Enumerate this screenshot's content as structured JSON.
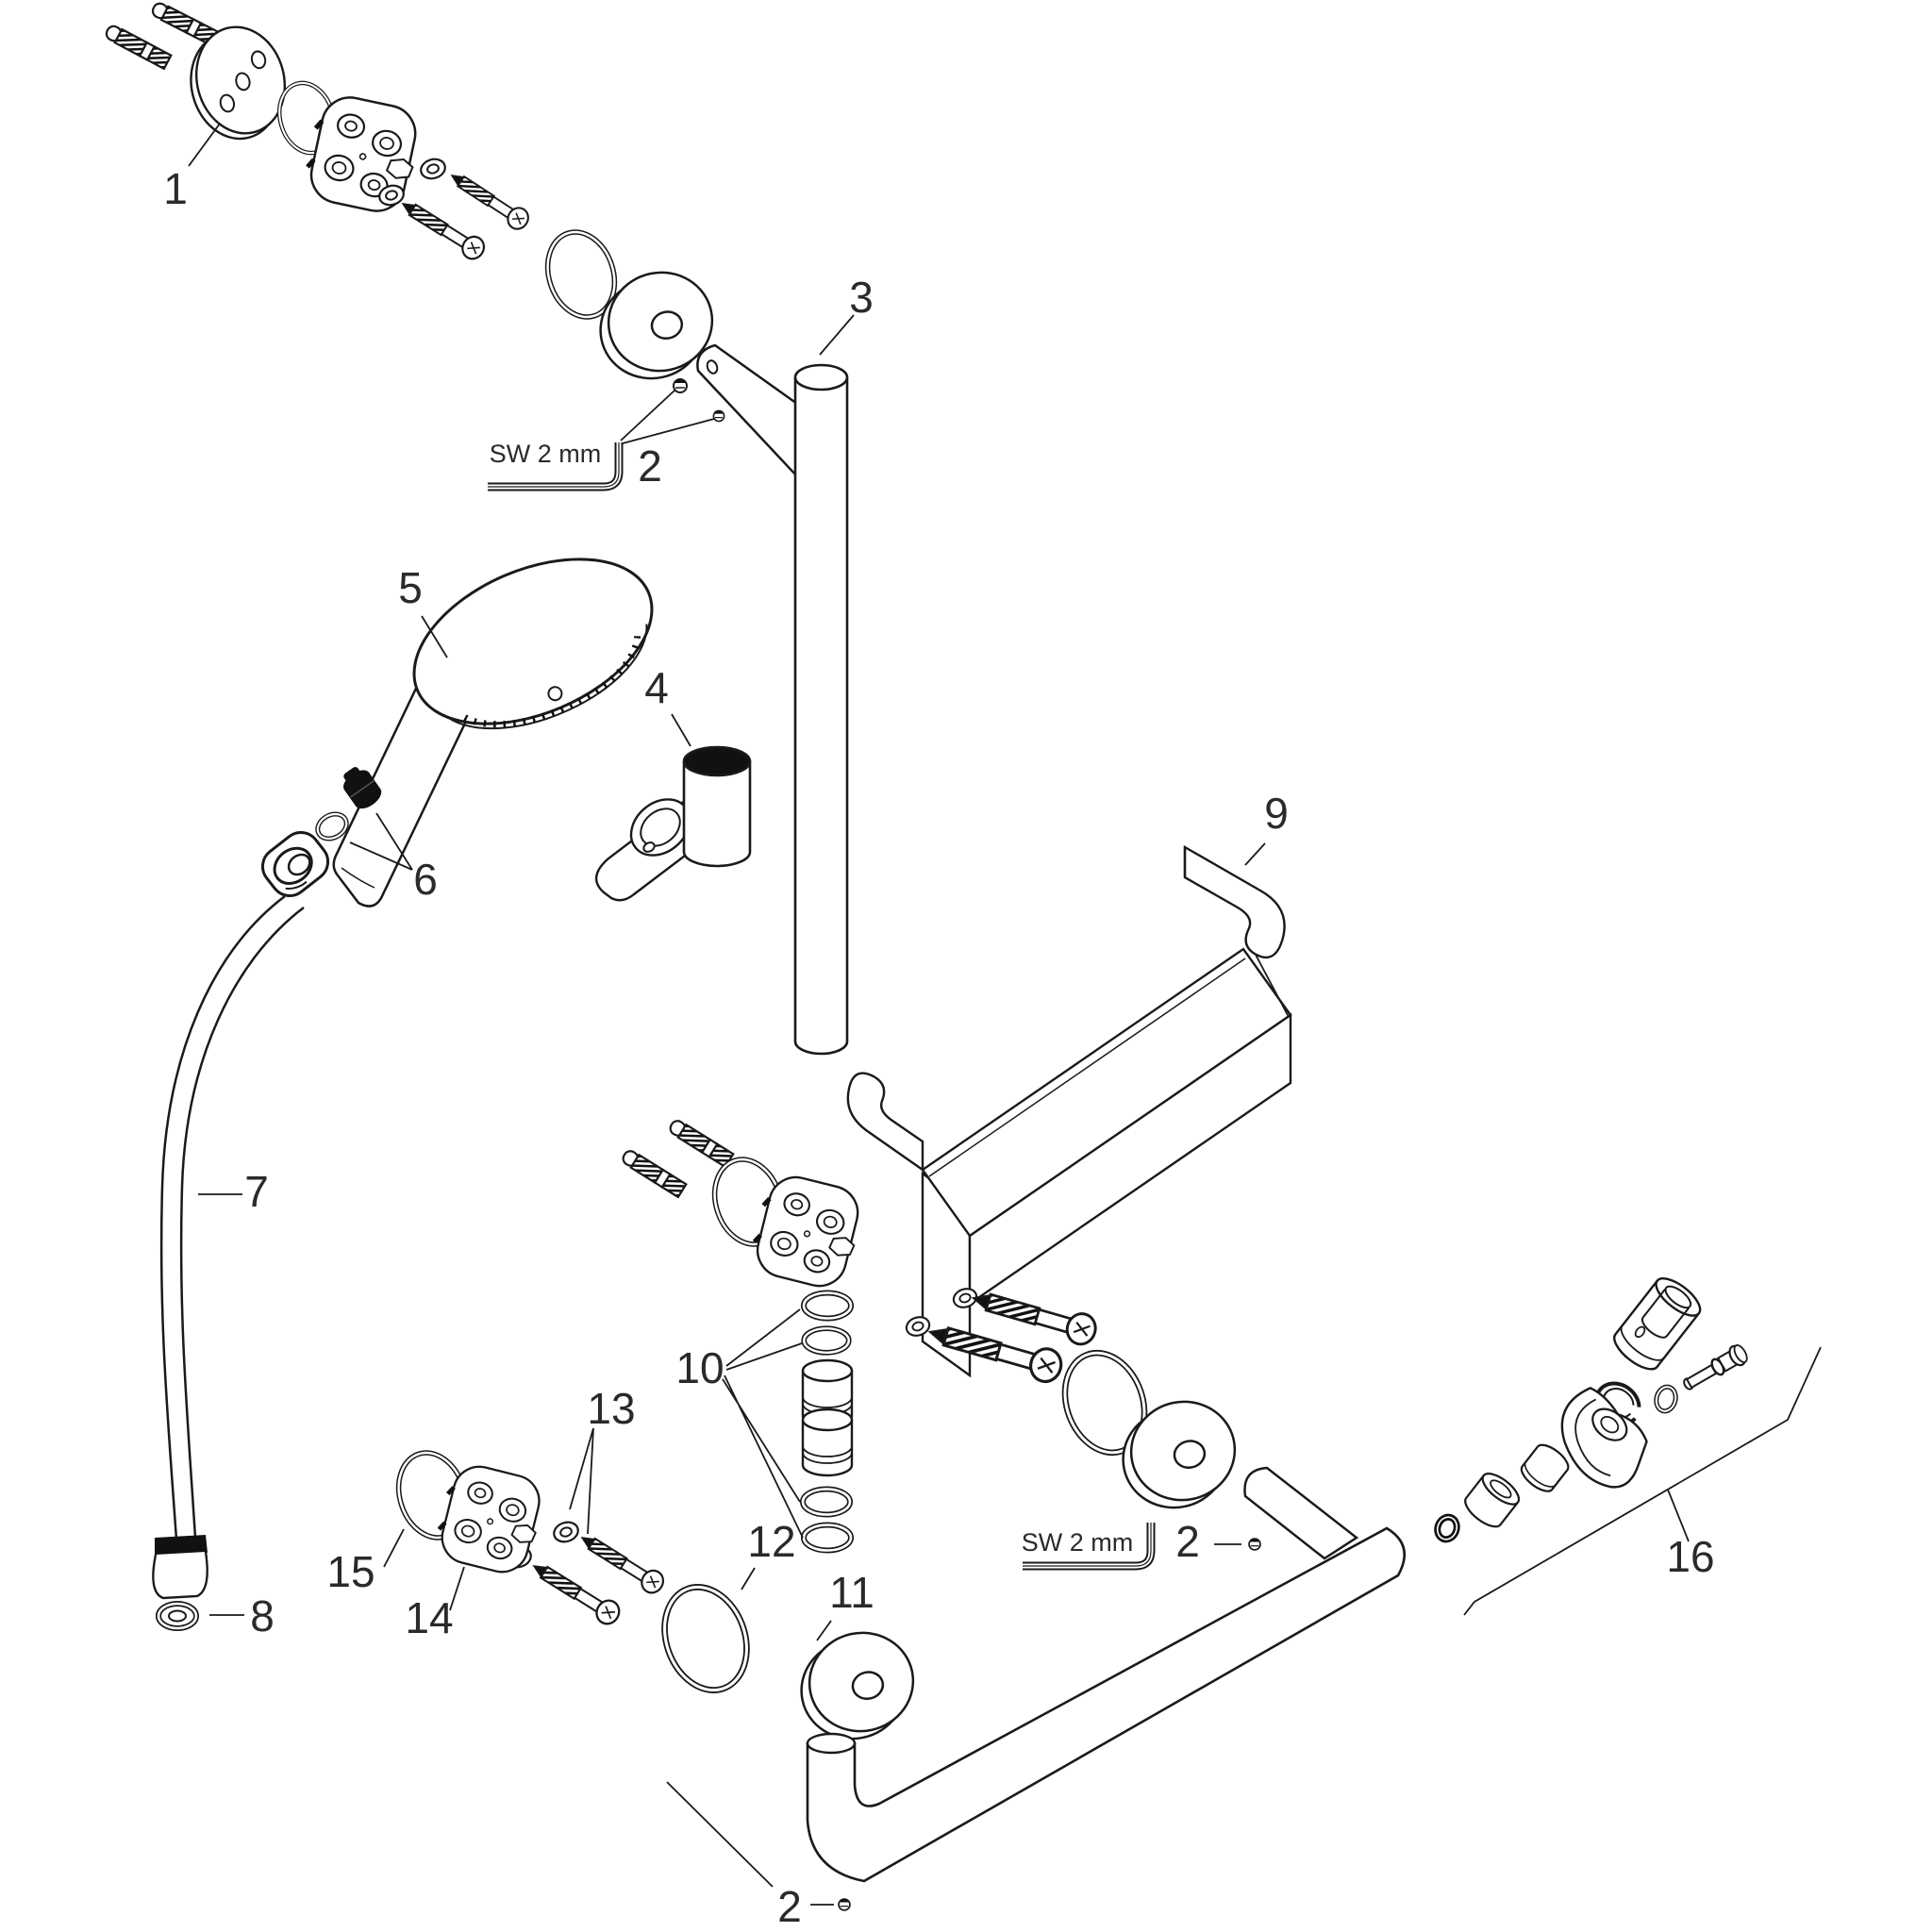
{
  "diagram_type": "exploded-parts-diagram",
  "colors": {
    "line": "#1a1a1a",
    "background": "#ffffff",
    "dark_part": "#111111"
  },
  "callouts": [
    {
      "id": "part-1",
      "label": "1"
    },
    {
      "id": "part-2-top",
      "label": "2"
    },
    {
      "id": "part-3",
      "label": "3"
    },
    {
      "id": "part-4",
      "label": "4"
    },
    {
      "id": "part-5",
      "label": "5"
    },
    {
      "id": "part-6",
      "label": "6"
    },
    {
      "id": "part-7",
      "label": "7"
    },
    {
      "id": "part-8",
      "label": "8"
    },
    {
      "id": "part-9",
      "label": "9"
    },
    {
      "id": "part-10",
      "label": "10"
    },
    {
      "id": "part-11",
      "label": "11"
    },
    {
      "id": "part-12",
      "label": "12"
    },
    {
      "id": "part-13",
      "label": "13"
    },
    {
      "id": "part-14",
      "label": "14"
    },
    {
      "id": "part-15",
      "label": "15"
    },
    {
      "id": "part-16",
      "label": "16"
    },
    {
      "id": "part-2-bottom",
      "label": "2"
    },
    {
      "id": "part-2-right",
      "label": "2"
    }
  ],
  "tool_notes": [
    {
      "id": "allen-key-top",
      "text": "SW 2 mm"
    },
    {
      "id": "allen-key-bottom",
      "text": "SW 2 mm"
    }
  ]
}
